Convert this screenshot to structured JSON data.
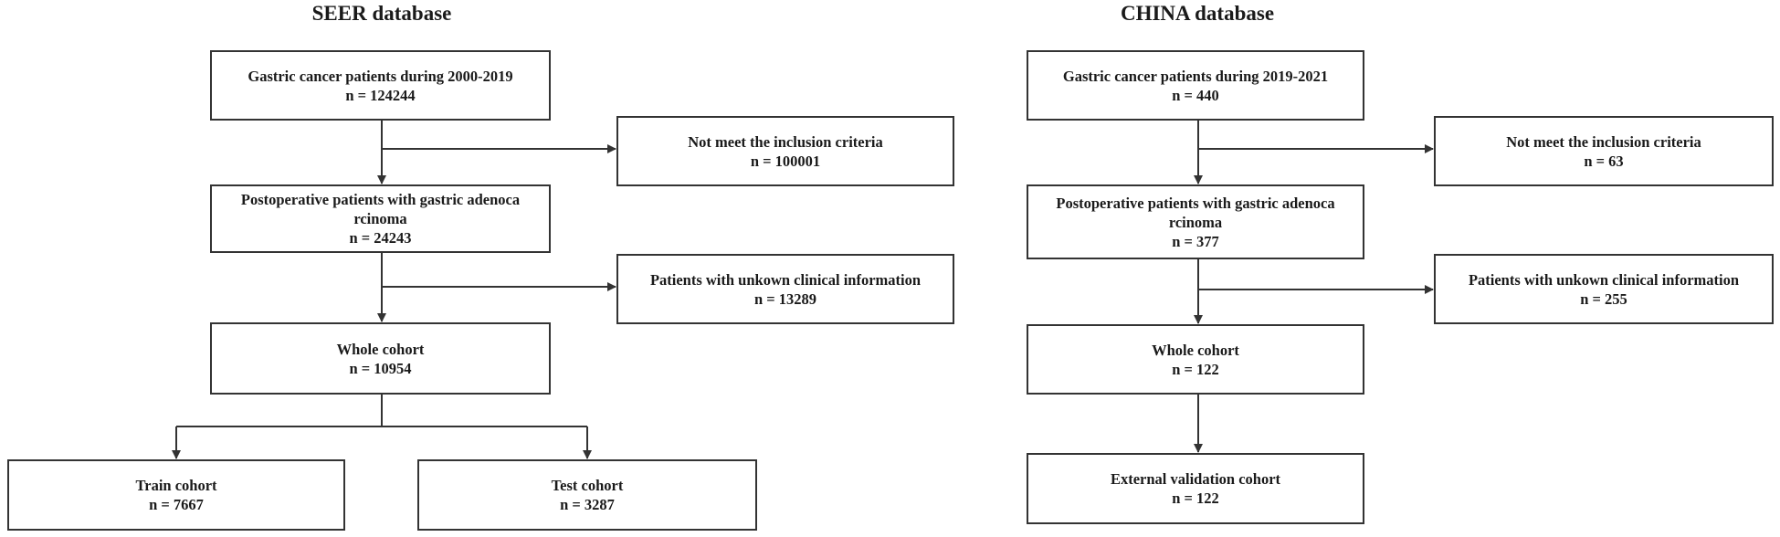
{
  "seer": {
    "title": "SEER database",
    "box1": {
      "line1": "Gastric cancer patients during 2000-2019",
      "line2": "n = 124244"
    },
    "excl1": {
      "line1": "Not meet the inclusion criteria",
      "line2": "n = 100001"
    },
    "box2": {
      "line1": "Postoperative patients with gastric adenoca",
      "line2": "rcinoma",
      "line3": "n = 24243"
    },
    "excl2": {
      "line1": "Patients with unkown clinical information",
      "line2": "n = 13289"
    },
    "box3": {
      "line1": "Whole cohort",
      "line2": "n = 10954"
    },
    "train": {
      "line1": "Train cohort",
      "line2": "n = 7667"
    },
    "test": {
      "line1": "Test cohort",
      "line2": "n = 3287"
    }
  },
  "china": {
    "title": "CHINA database",
    "box1": {
      "line1": "Gastric cancer patients during 2019-2021",
      "line2": "n = 440"
    },
    "excl1": {
      "line1": "Not meet the inclusion criteria",
      "line2": "n = 63"
    },
    "box2": {
      "line1": "Postoperative patients with gastric adenoca",
      "line2": "rcinoma",
      "line3": "n = 377"
    },
    "excl2": {
      "line1": "Patients with unkown clinical information",
      "line2": "n = 255"
    },
    "box3": {
      "line1": "Whole cohort",
      "line2": "n = 122"
    },
    "validation": {
      "line1": "External validation cohort",
      "line2": "n = 122"
    }
  }
}
